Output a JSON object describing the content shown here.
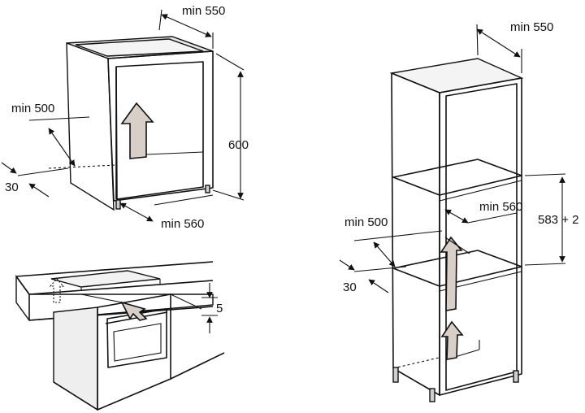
{
  "diagram1": {
    "width_label": "min 550",
    "height_label": "600",
    "depth_label": "min 500",
    "bottom_label": "min 560",
    "gap_label": "30"
  },
  "diagram2": {
    "gap_label": "5"
  },
  "diagram3": {
    "width_label": "min 550",
    "opening_label": "min 560",
    "height_label": "583 + 2",
    "depth_label": "min 500",
    "gap_label": "30"
  }
}
